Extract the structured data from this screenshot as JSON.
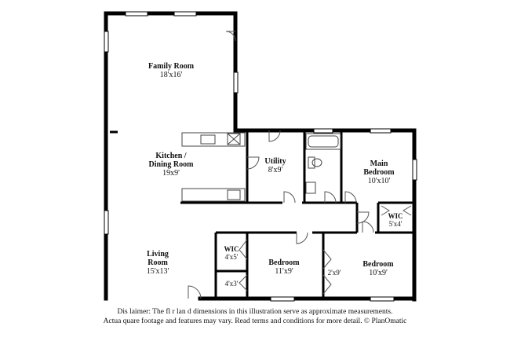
{
  "rooms": {
    "family": {
      "name": "Family Room",
      "dims": "18'x16'"
    },
    "kitchen": {
      "name": "Kitchen / Dining Room",
      "dims": "19x9'"
    },
    "utility": {
      "name": "Utility",
      "dims": "8'x9'"
    },
    "main_bedroom": {
      "name": "Main Bedroom",
      "dims": "10'x10'"
    },
    "wic_main": {
      "name": "WIC",
      "dims": "5'x4'"
    },
    "living": {
      "name": "Living Room",
      "dims": "15'x13'"
    },
    "wic_small": {
      "name": "WIC",
      "dims": "4'x5'"
    },
    "bedroom_a": {
      "name": "Bedroom",
      "dims": "11'x9'"
    },
    "bedroom_b": {
      "name": "Bedroom",
      "dims": "10'x9'"
    },
    "closet_a": {
      "dims": "4'x3'"
    },
    "closet_b": {
      "dims": "2'x9'"
    }
  },
  "disclaimer": {
    "line1": "Dis  laimer: The fl  r  lan   d dimensions in this illustration serve as approximate measurements.",
    "line2": "Actua   quare footage and features may vary. Read terms and conditions for more detail. © PlanOmatic"
  },
  "colors": {
    "wall": "#000000",
    "fixture": "#444444",
    "window": "#ffffff"
  }
}
